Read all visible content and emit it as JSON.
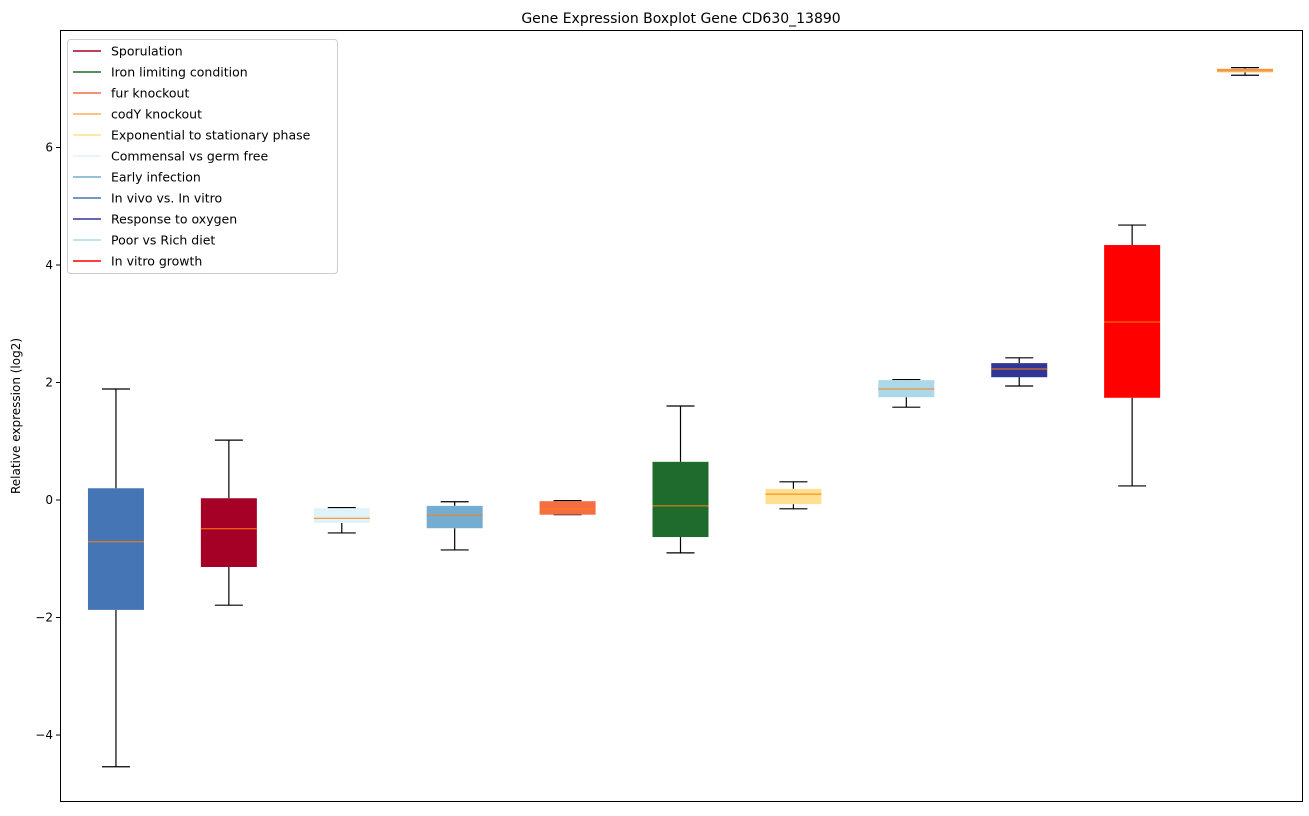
{
  "chart_data": {
    "type": "boxplot",
    "title": "Gene Expression Boxplot Gene CD630_13890",
    "xlabel": "",
    "ylabel": "Relative expression (log2)",
    "ylim": [
      -5.14,
      8.0
    ],
    "yticks": [
      -4,
      -2,
      0,
      2,
      4,
      6
    ],
    "ytick_labels": [
      "−4",
      "−2",
      "0",
      "2",
      "4",
      "6"
    ],
    "grid": false,
    "legend_position": "top-left",
    "median_color": "#ff7f0e",
    "legend": [
      {
        "label": "Sporulation",
        "color": "#a50026"
      },
      {
        "label": "Iron limiting condition",
        "color": "#1f6b2e"
      },
      {
        "label": "fur knockout",
        "color": "#f46d43"
      },
      {
        "label": "codY knockout",
        "color": "#fdae61"
      },
      {
        "label": "Exponential to stationary phase",
        "color": "#fee090"
      },
      {
        "label": "Commensal vs germ free",
        "color": "#e0f3f8"
      },
      {
        "label": "Early infection",
        "color": "#74add1"
      },
      {
        "label": "In vivo vs. In vitro",
        "color": "#4575b4"
      },
      {
        "label": "Response to oxygen",
        "color": "#313695"
      },
      {
        "label": "Poor vs Rich diet",
        "color": "#abd9e9"
      },
      {
        "label": "In vitro growth",
        "color": "#ff0000"
      }
    ],
    "boxes": [
      {
        "group": "In vivo vs. In vitro",
        "color": "#4575b4",
        "whislo": -4.54,
        "q1": -1.87,
        "med": -0.71,
        "q3": 0.2,
        "whishi": 1.89
      },
      {
        "group": "Sporulation",
        "color": "#a50026",
        "whislo": -1.79,
        "q1": -1.14,
        "med": -0.49,
        "q3": 0.03,
        "whishi": 1.02
      },
      {
        "group": "Commensal vs germ free",
        "color": "#e0f3f8",
        "whislo": -0.56,
        "q1": -0.39,
        "med": -0.31,
        "q3": -0.14,
        "whishi": -0.13
      },
      {
        "group": "Early infection",
        "color": "#74add1",
        "whislo": -0.85,
        "q1": -0.48,
        "med": -0.26,
        "q3": -0.1,
        "whishi": -0.03
      },
      {
        "group": "fur knockout",
        "color": "#f46d43",
        "whislo": -0.25,
        "q1": -0.25,
        "med": -0.15,
        "q3": -0.02,
        "whishi": -0.01
      },
      {
        "group": "Iron limiting condition",
        "color": "#1f6b2e",
        "whislo": -0.9,
        "q1": -0.63,
        "med": -0.1,
        "q3": 0.65,
        "whishi": 1.6
      },
      {
        "group": "Exponential to stationary phase",
        "color": "#fee090",
        "whislo": -0.15,
        "q1": -0.07,
        "med": 0.1,
        "q3": 0.19,
        "whishi": 0.31
      },
      {
        "group": "Poor vs Rich diet",
        "color": "#abd9e9",
        "whislo": 1.58,
        "q1": 1.75,
        "med": 1.89,
        "q3": 2.04,
        "whishi": 2.05
      },
      {
        "group": "Response to oxygen",
        "color": "#313695",
        "whislo": 1.94,
        "q1": 2.09,
        "med": 2.23,
        "q3": 2.33,
        "whishi": 2.42
      },
      {
        "group": "In vitro growth",
        "color": "#ff0000",
        "whislo": 0.24,
        "q1": 1.74,
        "med": 3.03,
        "q3": 4.34,
        "whishi": 4.68
      },
      {
        "group": "codY knockout",
        "color": "#fdae61",
        "whislo": 7.23,
        "q1": 7.28,
        "med": 7.32,
        "q3": 7.34,
        "whishi": 7.36
      }
    ]
  }
}
